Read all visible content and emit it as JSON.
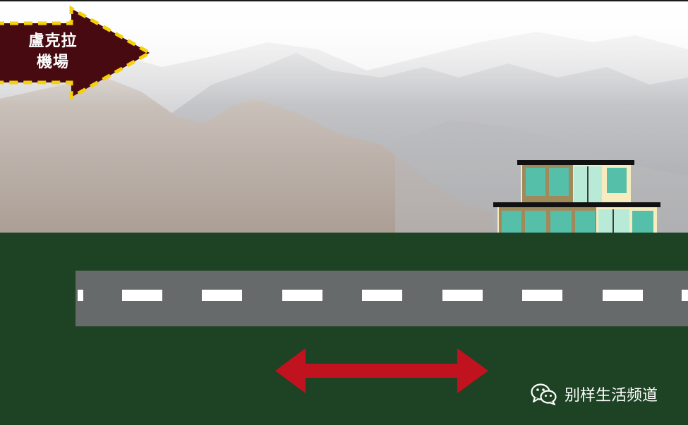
{
  "sign": {
    "line1": "盧克拉",
    "line2": "機場"
  },
  "watermark": {
    "icon": "wechat-icon",
    "text": "别样生活频道"
  },
  "colors": {
    "grass": "#1d4224",
    "runway": "#666a6b",
    "runway_marking": "#ffffff",
    "arrow": "#c1121f",
    "sign_fill": "#470a10",
    "sign_border": "#f5d10c",
    "window": "#55bfa9",
    "wall": "#a08a5c"
  }
}
